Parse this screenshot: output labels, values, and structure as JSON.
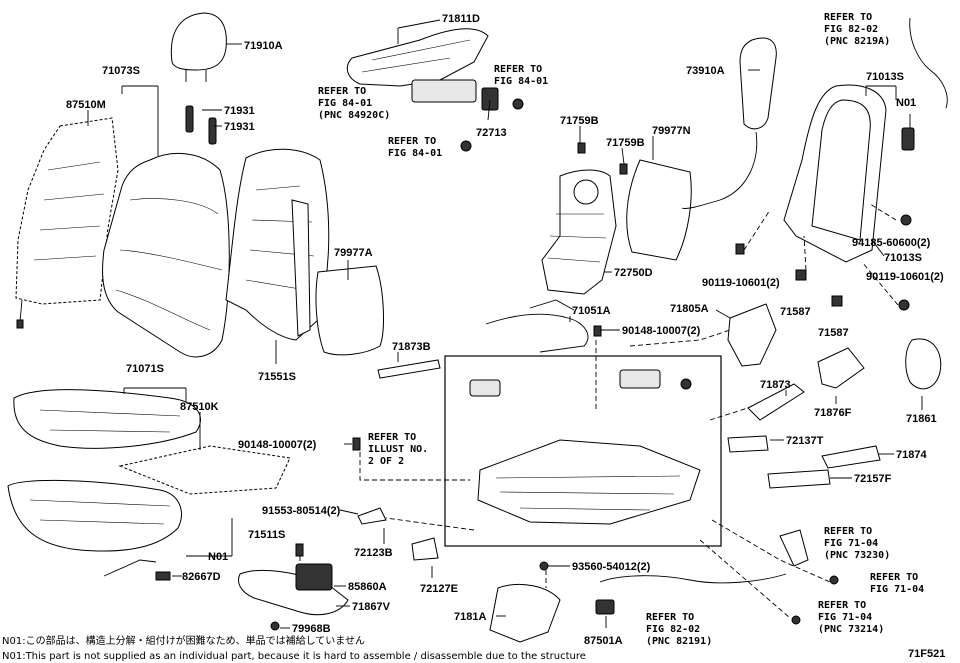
{
  "labels": {
    "p71910A": "71910A",
    "p71073S": "71073S",
    "p87510M": "87510M",
    "p71931a": "71931",
    "p71931b": "71931",
    "p71811D": "71811D",
    "p72713": "72713",
    "p71759Ba": "71759B",
    "p71759Bb": "71759B",
    "p79977N": "79977N",
    "p73910A": "73910A",
    "p71013Sa": "71013S",
    "pN01a": "N01",
    "p94185": "94185-60600(2)",
    "p71013Sb": "71013S",
    "p90119a": "90119-10601(2)",
    "p90119b": "90119-10601(2)",
    "p71587a": "71587",
    "p71587b": "71587",
    "p72750D": "72750D",
    "p79977A": "79977A",
    "p71051A": "71051A",
    "p90148a": "90148-10007(2)",
    "p71805A": "71805A",
    "p71551S": "71551S",
    "p71873B": "71873B",
    "p71071S": "71071S",
    "p87510K": "87510K",
    "p90148b": "90148-10007(2)",
    "p71873": "71873",
    "p71876F": "71876F",
    "p71861": "71861",
    "p72137T": "72137T",
    "p71874": "71874",
    "p72157F": "72157F",
    "p91553": "91553-80514(2)",
    "p71511S": "71511S",
    "pN01b": "N01",
    "p72123B": "72123B",
    "p82667D": "82667D",
    "p85860A": "85860A",
    "p71867V": "71867V",
    "p79968B": "79968B",
    "p72127E": "72127E",
    "p93560": "93560-54012(2)",
    "p7181A": "7181A",
    "p87501A": "87501A"
  },
  "refs": {
    "fig8202a": [
      "REFER TO",
      "FIG 82-02",
      "(PNC 8219A)"
    ],
    "fig8401a": [
      "REFER TO",
      "FIG 84-01",
      "(PNC 84920C)"
    ],
    "fig8401b": [
      "REFER TO",
      "FIG 84-01"
    ],
    "fig8401c": [
      "REFER TO",
      "FIG 84-01"
    ],
    "illust": [
      "REFER TO",
      "ILLUST NO.",
      "2 OF 2"
    ],
    "fig7104a": [
      "REFER TO",
      "FIG 71-04",
      "(PNC 73230)"
    ],
    "fig7104b": [
      "REFER TO",
      "FIG 71-04"
    ],
    "fig7104c": [
      "REFER TO",
      "FIG 71-04",
      "(PNC 73214)"
    ],
    "fig8202b": [
      "REFER TO",
      "FIG 82-02",
      "(PNC 82191)"
    ]
  },
  "notes": {
    "jp": "N01:この部品は、構造上分解・組付けが困難なため、単品では補給していません",
    "en": "N01:This part is not supplied as an individual part, because it is hard to assemble / disassemble due to the structure",
    "figure_id": "71F521"
  }
}
